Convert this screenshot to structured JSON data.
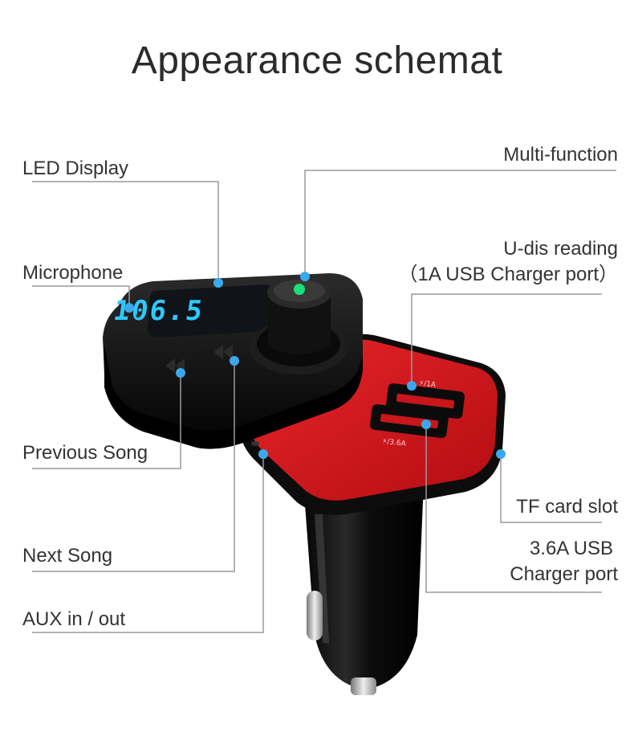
{
  "title": "Appearance schemat",
  "labels": {
    "led_display": "LED Display",
    "microphone": "Microphone",
    "previous_song": "Previous Song",
    "next_song": "Next Song",
    "aux": "AUX in / out",
    "multi_function": "Multi-function",
    "udis_line1": "U-dis reading",
    "udis_line2": "（1A USB Charger port）",
    "tf_card": "TF card slot",
    "usb36_line1": "3.6A USB",
    "usb36_line2": "Charger port"
  },
  "device": {
    "display_reading": "106.5",
    "port_top": "⚡/1A",
    "port_bottom": "⚡/3.6A"
  },
  "colors": {
    "accent_dot": "#3aa9ec",
    "body_black": "#141414",
    "panel_red": "#d3161c",
    "lcd_text": "#2ec9ff",
    "leader": "#9a9a9a"
  }
}
